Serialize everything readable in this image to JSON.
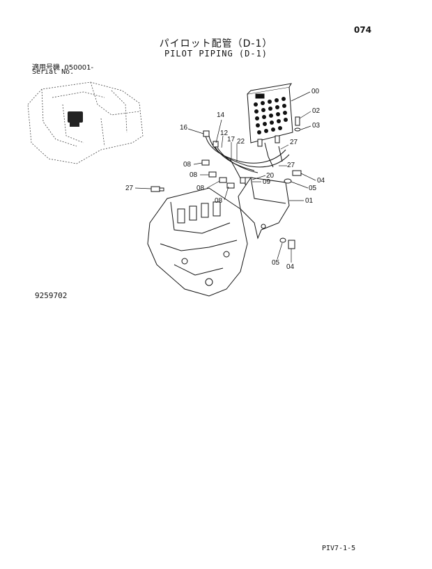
{
  "header": {
    "page_number": "074",
    "title_jp": "パイロット配管（D-1）",
    "title_en": "PILOT PIPING (D-1)"
  },
  "serial": {
    "label_jp": "適用号機",
    "value": "050001-",
    "label_en": "Serial No."
  },
  "drawing_number": "9259702",
  "footer": {
    "page_code": "PIV7-1-5"
  },
  "callouts": {
    "c00": "00",
    "c02": "02",
    "c03": "03",
    "c14": "14",
    "c16": "16",
    "c12": "12",
    "c17": "17",
    "c22": "22",
    "c27a": "27",
    "c27b": "27",
    "c08a": "08",
    "c08b": "08",
    "c08c": "08",
    "c08d": "08",
    "c20": "20",
    "c09": "09",
    "c04a": "04",
    "c05a": "05",
    "c01": "01",
    "c27c": "27",
    "c05b": "05",
    "c04b": "04"
  }
}
